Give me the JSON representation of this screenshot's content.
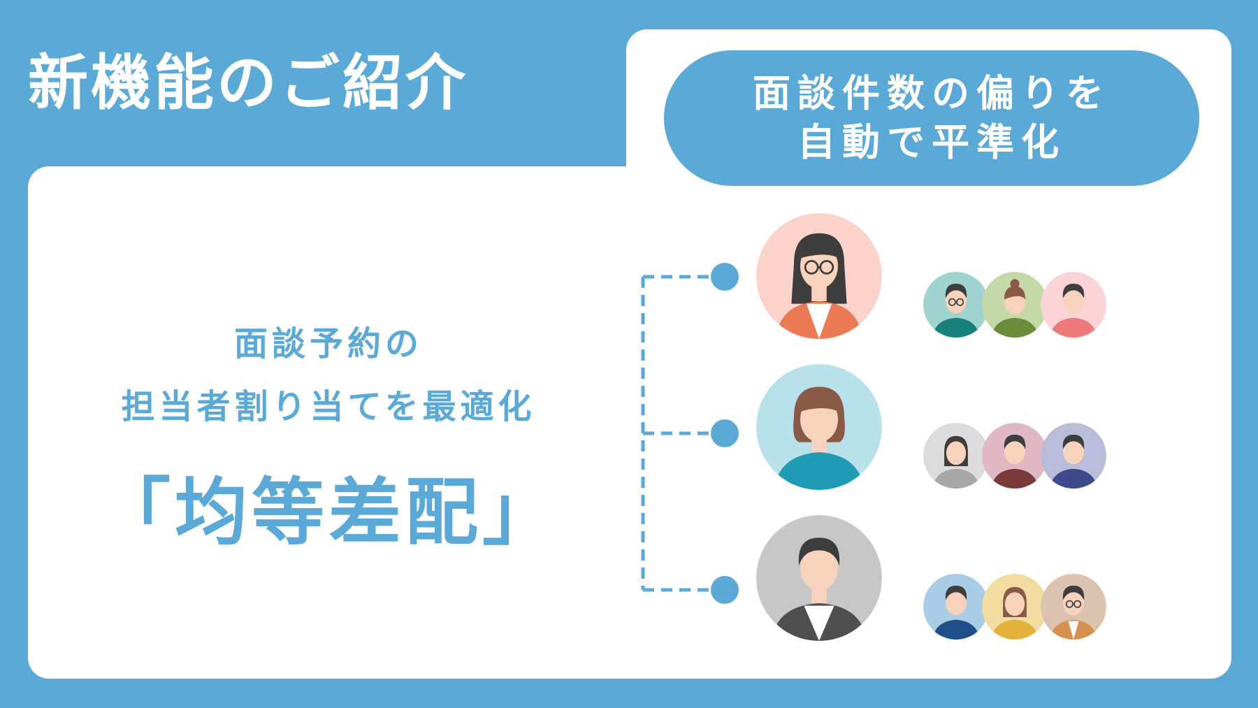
{
  "header": {
    "title": "新機能のご紹介"
  },
  "feature_pill": {
    "line1": "面談件数の偏りを",
    "line2": "自動で平準化"
  },
  "description": {
    "line1": "面談予約の",
    "line2": "担当者割り当てを最適化",
    "feature_name": "「均等差配」"
  },
  "colors": {
    "primary": "#5aa9d6",
    "background": "#5aa9d6",
    "panel": "#ffffff"
  },
  "icons": {
    "staff": [
      "woman-with-glasses-icon",
      "woman-icon",
      "man-in-suit-icon"
    ],
    "customers_groups": [
      [
        "man-with-glasses-icon",
        "woman-icon",
        "man-icon"
      ],
      [
        "woman-icon",
        "man-icon",
        "man-icon"
      ],
      [
        "man-icon",
        "woman-icon",
        "man-with-glasses-icon"
      ]
    ]
  }
}
